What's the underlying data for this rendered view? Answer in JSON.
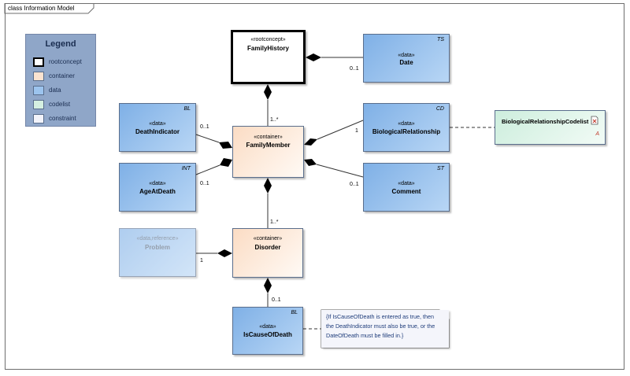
{
  "diagram": {
    "frame_label": "class Information Model",
    "legend": {
      "title": "Legend",
      "items": [
        {
          "label": "rootconcept",
          "color": "#ffffff",
          "border": "#000000"
        },
        {
          "label": "container",
          "color": "#fbe3d0",
          "border": "#5a6e8c"
        },
        {
          "label": "data",
          "color": "#9cc4ee",
          "border": "#5a6e8c"
        },
        {
          "label": "codelist",
          "color": "#d4efe1",
          "border": "#5a6e8c"
        },
        {
          "label": "constraint",
          "color": "#f2f3fa",
          "border": "#5a6e8c"
        }
      ]
    },
    "classes": {
      "family_history": {
        "stereotype": "«rootconcept»",
        "name": "FamilyHistory"
      },
      "date": {
        "stereotype": "«data»",
        "name": "Date",
        "type": "TS"
      },
      "death_indicator": {
        "stereotype": "«data»",
        "name": "DeathIndicator",
        "type": "BL"
      },
      "family_member": {
        "stereotype": "«container»",
        "name": "FamilyMember"
      },
      "biological_relationship": {
        "stereotype": "«data»",
        "name": "BiologicalRelationship",
        "type": "CD"
      },
      "biological_relationship_codelist": {
        "name": "BiologicalRelationshipCodelist",
        "marker": "A"
      },
      "age_at_death": {
        "stereotype": "«data»",
        "name": "AgeAtDeath",
        "type": "INT"
      },
      "comment": {
        "stereotype": "«data»",
        "name": "Comment",
        "type": "ST"
      },
      "problem": {
        "stereotype": "«data,reference»",
        "name": "Problem"
      },
      "disorder": {
        "stereotype": "«container»",
        "name": "Disorder"
      },
      "is_cause_of_death": {
        "stereotype": "«data»",
        "name": "IsCauseOfDeath",
        "type": "BL"
      }
    },
    "multiplicities": {
      "date": "0..1",
      "family_member": "1..*",
      "death_indicator": "0..1",
      "biological_relationship": "1",
      "age_at_death": "0..1",
      "comment": "0..1",
      "disorder": "1..*",
      "problem": "1",
      "is_cause_of_death": "0..1"
    },
    "constraint_note": {
      "lines": [
        "{If IsCauseOfDeath is entered as true, then",
        "the DeathIndicator must also be true, or the",
        "DateOfDeath must be filled in.}"
      ]
    }
  }
}
